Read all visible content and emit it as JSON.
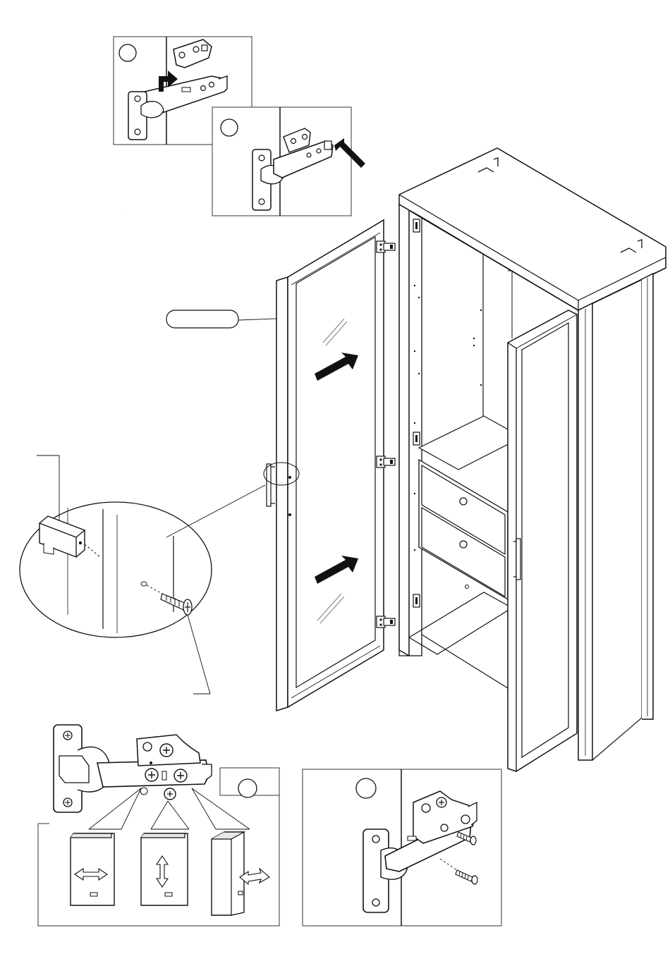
{
  "document": {
    "type": "assembly-instruction-step",
    "text_labels": [],
    "callout_bubble_label": "",
    "step_circles": [
      "",
      "",
      "",
      ""
    ]
  },
  "panels": {
    "hinge_clip_on": {
      "step_label": "",
      "arrow": "curved-arrow-icon"
    },
    "hinge_push_in": {
      "step_label": "",
      "arrow": "push-arrow-icon"
    },
    "hinge_adjust": {
      "step_label": "",
      "adjustments": [
        "horizontal-adjust",
        "vertical-adjust",
        "depth-adjust"
      ],
      "arrow_icons": [
        "left-right-arrow-icon",
        "up-down-arrow-icon",
        "depth-arrow-icon"
      ]
    },
    "hinge_screw": {
      "step_label": "",
      "screws": 2
    }
  },
  "cabinet": {
    "doors": 2,
    "drawers": 2,
    "hinges_per_door": 3,
    "glass_door": true
  },
  "colors": {
    "line": "#111111",
    "fill": "#ffffff",
    "dark": "#111111",
    "shade": "#d9d9d9"
  }
}
